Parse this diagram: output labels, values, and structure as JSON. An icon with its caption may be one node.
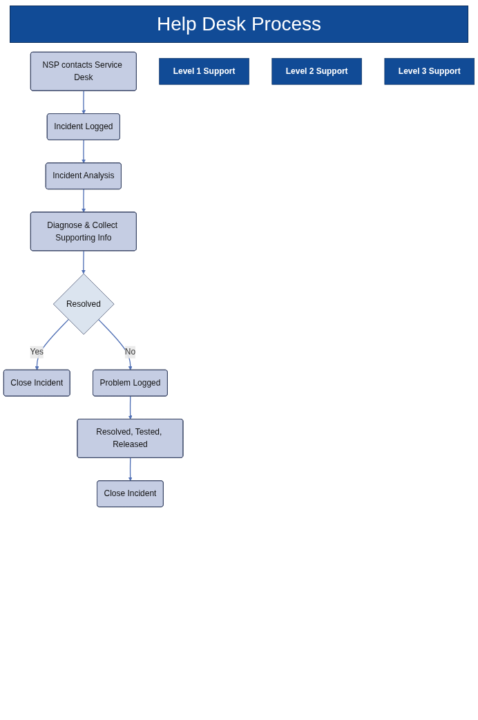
{
  "diagram": {
    "title": "Help Desk Process",
    "nodes": [
      {
        "text": [
          "NSP contacts Service Desk"
        ]
      },
      {
        "text": [
          "Level 1 Support"
        ]
      },
      {
        "text": [
          "Incident Logged"
        ]
      },
      {
        "text": [
          "Level 2 Support"
        ]
      },
      {
        "text": [
          "Incident Analysis"
        ]
      },
      {
        "text": [
          "Diagnose & Collect Supporting Info"
        ]
      },
      {
        "text": [
          "Resolved"
        ]
      },
      {
        "text": [
          "Close Incident"
        ]
      },
      {
        "text": [
          "Level 3 Support"
        ]
      },
      {
        "text": [
          "Problem Logged"
        ]
      },
      {
        "text": [
          "Resolved, Tested, Released"
        ]
      },
      {
        "text": [
          "Close Incident"
        ]
      }
    ],
    "edges": [
      {
        "from": 0,
        "to": 2,
        "arrow": "to"
      },
      {
        "from": 2,
        "to": 4,
        "arrow": "to"
      },
      {
        "from": 4,
        "to": 5,
        "arrow": "to"
      },
      {
        "from": 5,
        "to": 6,
        "arrow": "to"
      },
      {
        "from": 6,
        "to": 7,
        "arrow": "to",
        "label": "Yes"
      },
      {
        "from": 6,
        "to": 9,
        "arrow": "to",
        "label": "No"
      },
      {
        "from": 9,
        "to": 10,
        "arrow": "to"
      },
      {
        "from": 10,
        "to": 11,
        "arrow": "to"
      }
    ]
  }
}
